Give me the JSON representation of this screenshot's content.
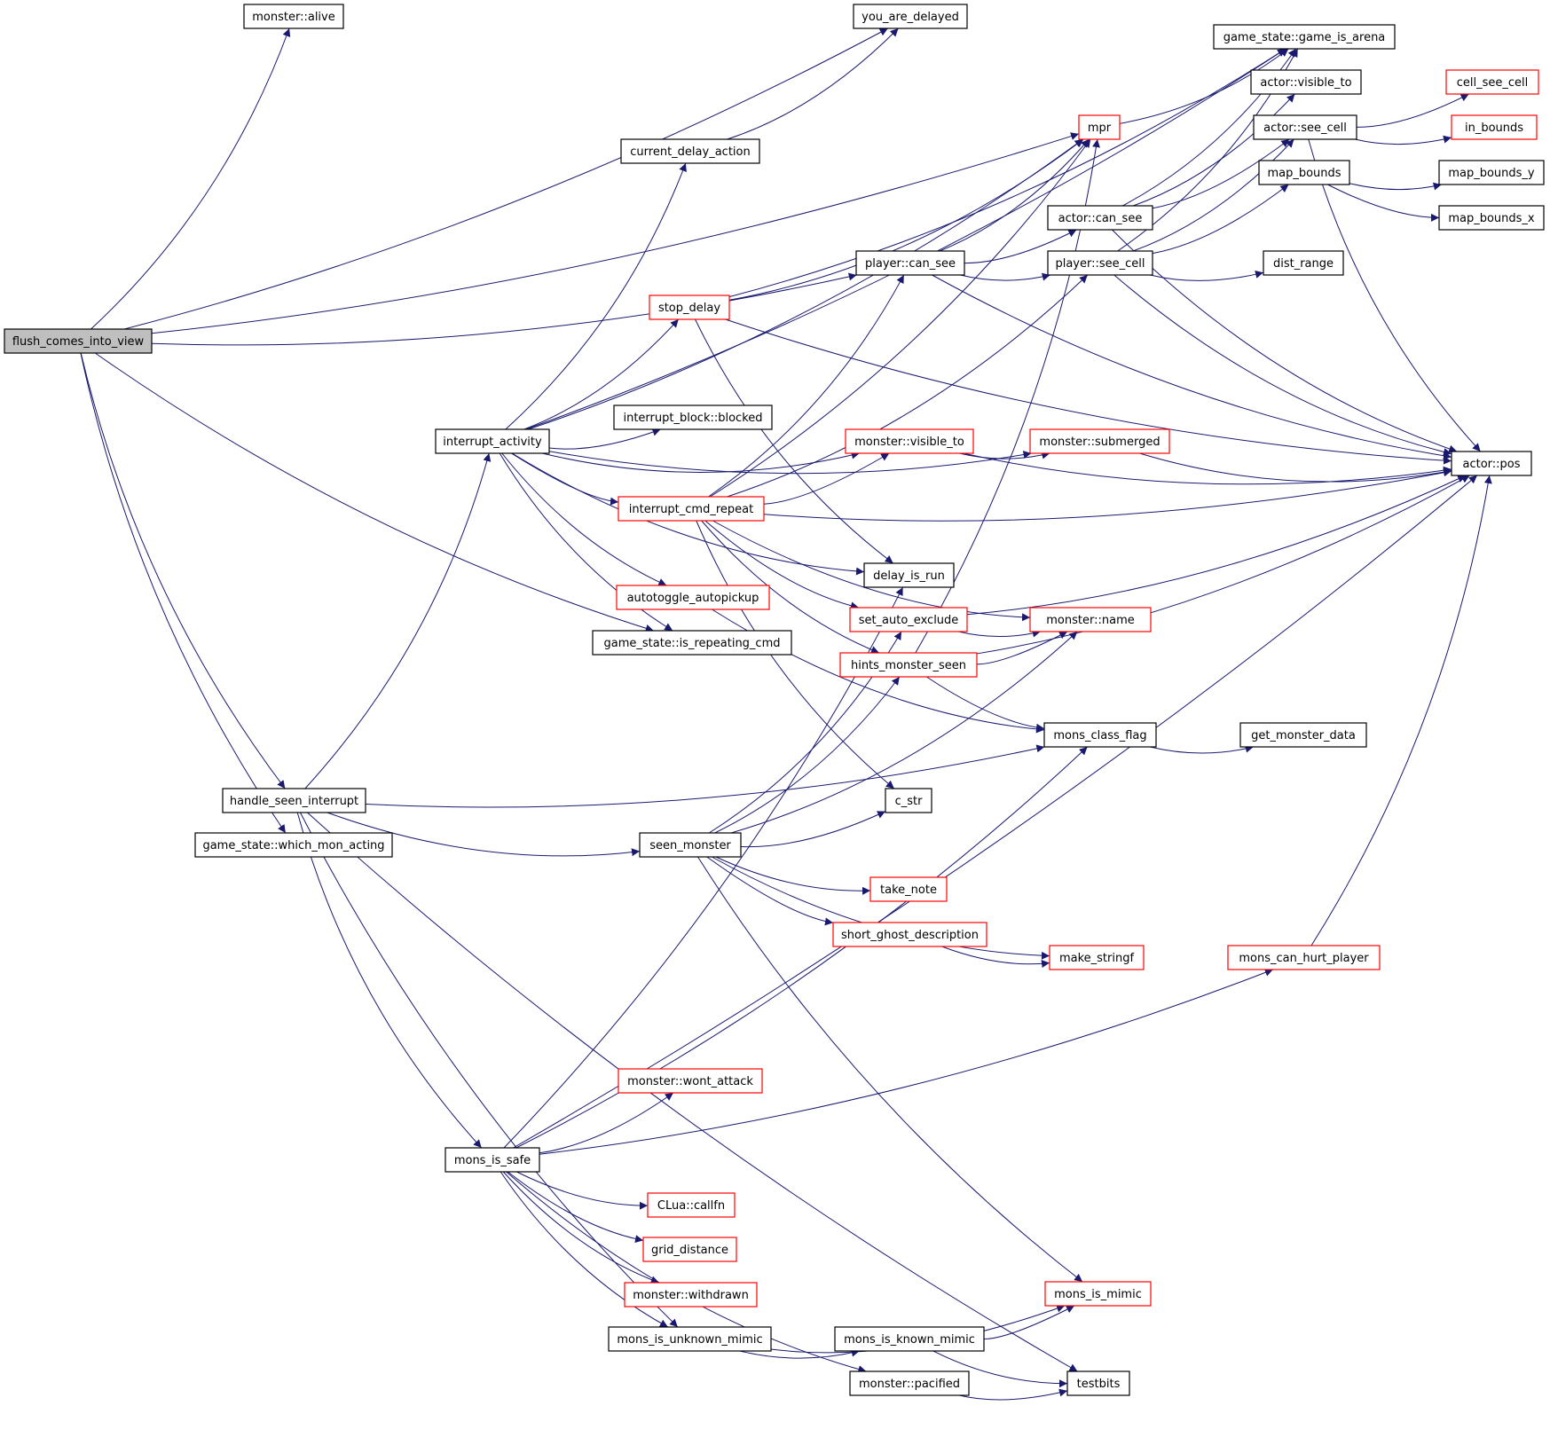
{
  "colors": {
    "edge": "#191970",
    "node_border": "#000000",
    "node_border_truncated": "#ff0000",
    "root_fill": "#bfbfbf"
  },
  "nodes": [
    {
      "id": "flush",
      "label": "flush_comes_into_view",
      "style": "root"
    },
    {
      "id": "alive",
      "label": "monster::alive",
      "style": "black"
    },
    {
      "id": "yad",
      "label": "you_are_delayed",
      "style": "black"
    },
    {
      "id": "gia",
      "label": "game_state::game_is_arena",
      "style": "black"
    },
    {
      "id": "avt",
      "label": "actor::visible_to",
      "style": "black"
    },
    {
      "id": "csc",
      "label": "cell_see_cell",
      "style": "red"
    },
    {
      "id": "mpr",
      "label": "mpr",
      "style": "red"
    },
    {
      "id": "asc",
      "label": "actor::see_cell",
      "style": "black"
    },
    {
      "id": "inb",
      "label": "in_bounds",
      "style": "red"
    },
    {
      "id": "cda",
      "label": "current_delay_action",
      "style": "black"
    },
    {
      "id": "mapb",
      "label": "map_bounds",
      "style": "black"
    },
    {
      "id": "mby",
      "label": "map_bounds_y",
      "style": "black"
    },
    {
      "id": "acs",
      "label": "actor::can_see",
      "style": "black"
    },
    {
      "id": "mbx",
      "label": "map_bounds_x",
      "style": "black"
    },
    {
      "id": "pcs",
      "label": "player::can_see",
      "style": "black"
    },
    {
      "id": "psc",
      "label": "player::see_cell",
      "style": "black"
    },
    {
      "id": "dr",
      "label": "dist_range",
      "style": "black"
    },
    {
      "id": "sd",
      "label": "stop_delay",
      "style": "red"
    },
    {
      "id": "ibb",
      "label": "interrupt_block::blocked",
      "style": "black"
    },
    {
      "id": "ia",
      "label": "interrupt_activity",
      "style": "black"
    },
    {
      "id": "mvt",
      "label": "monster::visible_to",
      "style": "red"
    },
    {
      "id": "msub",
      "label": "monster::submerged",
      "style": "red"
    },
    {
      "id": "apos",
      "label": "actor::pos",
      "style": "black"
    },
    {
      "id": "icr",
      "label": "interrupt_cmd_repeat",
      "style": "red"
    },
    {
      "id": "dir",
      "label": "delay_is_run",
      "style": "black"
    },
    {
      "id": "aap",
      "label": "autotoggle_autopickup",
      "style": "red"
    },
    {
      "id": "sae",
      "label": "set_auto_exclude",
      "style": "red"
    },
    {
      "id": "mname",
      "label": "monster::name",
      "style": "red"
    },
    {
      "id": "irc",
      "label": "game_state::is_repeating_cmd",
      "style": "black"
    },
    {
      "id": "hms",
      "label": "hints_monster_seen",
      "style": "red"
    },
    {
      "id": "mcf",
      "label": "mons_class_flag",
      "style": "black"
    },
    {
      "id": "gmd",
      "label": "get_monster_data",
      "style": "black"
    },
    {
      "id": "hsi",
      "label": "handle_seen_interrupt",
      "style": "black"
    },
    {
      "id": "cstr",
      "label": "c_str",
      "style": "black"
    },
    {
      "id": "wma",
      "label": "game_state::which_mon_acting",
      "style": "black"
    },
    {
      "id": "sm",
      "label": "seen_monster",
      "style": "black"
    },
    {
      "id": "tn",
      "label": "take_note",
      "style": "red"
    },
    {
      "id": "sgd",
      "label": "short_ghost_description",
      "style": "red"
    },
    {
      "id": "ms",
      "label": "make_stringf",
      "style": "red"
    },
    {
      "id": "mchp",
      "label": "mons_can_hurt_player",
      "style": "red"
    },
    {
      "id": "mwa",
      "label": "monster::wont_attack",
      "style": "red"
    },
    {
      "id": "mis",
      "label": "mons_is_safe",
      "style": "black"
    },
    {
      "id": "clua",
      "label": "CLua::callfn",
      "style": "red"
    },
    {
      "id": "gd",
      "label": "grid_distance",
      "style": "red"
    },
    {
      "id": "mw",
      "label": "monster::withdrawn",
      "style": "red"
    },
    {
      "id": "mim",
      "label": "mons_is_mimic",
      "style": "red"
    },
    {
      "id": "miu",
      "label": "mons_is_unknown_mimic",
      "style": "black"
    },
    {
      "id": "mik",
      "label": "mons_is_known_mimic",
      "style": "black"
    },
    {
      "id": "mpac",
      "label": "monster::pacified",
      "style": "black"
    },
    {
      "id": "tb",
      "label": "testbits",
      "style": "black"
    }
  ],
  "edges": [
    [
      "flush",
      "alive"
    ],
    [
      "flush",
      "yad"
    ],
    [
      "flush",
      "pcs"
    ],
    [
      "flush",
      "mpr"
    ],
    [
      "flush",
      "irc"
    ],
    [
      "flush",
      "hsi"
    ],
    [
      "flush",
      "wma"
    ],
    [
      "hsi",
      "ia"
    ],
    [
      "hsi",
      "mcf"
    ],
    [
      "hsi",
      "sm"
    ],
    [
      "hsi",
      "mis"
    ],
    [
      "hsi",
      "miu"
    ],
    [
      "hsi",
      "tb"
    ],
    [
      "ia",
      "cda"
    ],
    [
      "ia",
      "mpr"
    ],
    [
      "ia",
      "gia"
    ],
    [
      "ia",
      "sd"
    ],
    [
      "ia",
      "ibb"
    ],
    [
      "ia",
      "msub"
    ],
    [
      "ia",
      "mvt"
    ],
    [
      "ia",
      "icr"
    ],
    [
      "ia",
      "dir"
    ],
    [
      "ia",
      "aap"
    ],
    [
      "ia",
      "irc"
    ],
    [
      "cda",
      "yad"
    ],
    [
      "mpr",
      "gia"
    ],
    [
      "sd",
      "gia"
    ],
    [
      "sd",
      "mpr"
    ],
    [
      "sd",
      "apos"
    ],
    [
      "sd",
      "dir"
    ],
    [
      "pcs",
      "mpr"
    ],
    [
      "pcs",
      "acs"
    ],
    [
      "pcs",
      "psc"
    ],
    [
      "pcs",
      "apos"
    ],
    [
      "acs",
      "gia"
    ],
    [
      "acs",
      "avt"
    ],
    [
      "acs",
      "asc"
    ],
    [
      "acs",
      "apos"
    ],
    [
      "psc",
      "gia"
    ],
    [
      "psc",
      "asc"
    ],
    [
      "psc",
      "mapb"
    ],
    [
      "psc",
      "dr"
    ],
    [
      "psc",
      "apos"
    ],
    [
      "asc",
      "csc"
    ],
    [
      "asc",
      "inb"
    ],
    [
      "asc",
      "apos"
    ],
    [
      "mapb",
      "mby"
    ],
    [
      "mapb",
      "mbx"
    ],
    [
      "mvt",
      "msub"
    ],
    [
      "mvt",
      "apos"
    ],
    [
      "msub",
      "apos"
    ],
    [
      "icr",
      "mpr"
    ],
    [
      "icr",
      "pcs"
    ],
    [
      "icr",
      "psc"
    ],
    [
      "icr",
      "mvt"
    ],
    [
      "icr",
      "apos"
    ],
    [
      "icr",
      "sae"
    ],
    [
      "icr",
      "mname"
    ],
    [
      "icr",
      "hms"
    ],
    [
      "icr",
      "cstr"
    ],
    [
      "aap",
      "mcf"
    ],
    [
      "sae",
      "mname"
    ],
    [
      "sae",
      "apos"
    ],
    [
      "hms",
      "mpr"
    ],
    [
      "hms",
      "mname"
    ],
    [
      "hms",
      "mcf"
    ],
    [
      "hms",
      "apos"
    ],
    [
      "mcf",
      "gmd"
    ],
    [
      "sm",
      "hms"
    ],
    [
      "sm",
      "sae"
    ],
    [
      "sm",
      "cstr"
    ],
    [
      "sm",
      "mname"
    ],
    [
      "sm",
      "tn"
    ],
    [
      "sm",
      "sgd"
    ],
    [
      "sm",
      "ms"
    ],
    [
      "sm",
      "mim"
    ],
    [
      "sgd",
      "ms"
    ],
    [
      "mchp",
      "apos"
    ],
    [
      "mis",
      "dir"
    ],
    [
      "mis",
      "mcf"
    ],
    [
      "mis",
      "mwa"
    ],
    [
      "mis",
      "mchp"
    ],
    [
      "mis",
      "apos"
    ],
    [
      "mis",
      "clua"
    ],
    [
      "mis",
      "gd"
    ],
    [
      "mis",
      "mw"
    ],
    [
      "mis",
      "miu"
    ],
    [
      "mis",
      "mpac"
    ],
    [
      "miu",
      "mim"
    ],
    [
      "miu",
      "mik"
    ],
    [
      "mik",
      "mim"
    ],
    [
      "mik",
      "tb"
    ],
    [
      "mpac",
      "tb"
    ]
  ]
}
